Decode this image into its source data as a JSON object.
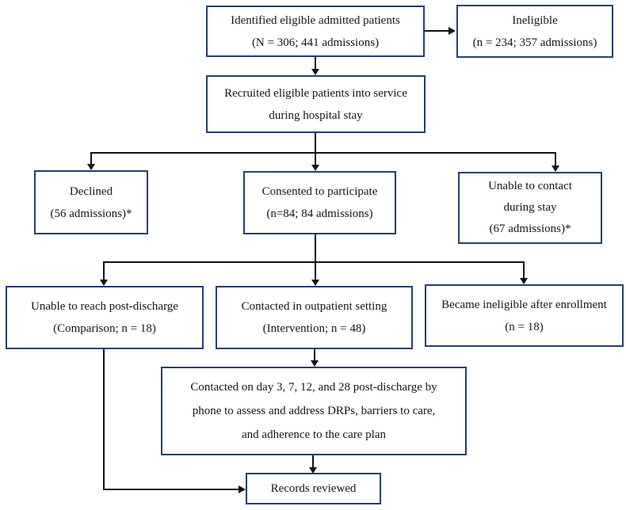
{
  "colors": {
    "box_border": "#24406e",
    "arrow": "#141414",
    "text": "#15151d",
    "background": "#ffffff"
  },
  "boxes": {
    "identified": {
      "lines": [
        "Identified eligible admitted patients",
        "(N = 306; 441 admissions)"
      ]
    },
    "ineligible": {
      "lines": [
        "Ineligible",
        "(n = 234; 357 admissions)"
      ]
    },
    "recruited": {
      "lines": [
        "Recruited eligible patients into service",
        "during hospital stay"
      ]
    },
    "declined": {
      "lines": [
        "Declined",
        "(56 admissions)*"
      ]
    },
    "consented": {
      "lines": [
        "Consented to participate",
        "(n=84; 84 admissions)"
      ]
    },
    "unable_contact": {
      "lines": [
        "Unable to contact",
        "during stay",
        "(67 admissions)*"
      ]
    },
    "unable_reach": {
      "lines": [
        "Unable to reach post-discharge",
        "(Comparison; n = 18)"
      ]
    },
    "outpatient": {
      "lines": [
        "Contacted in outpatient setting",
        "(Intervention; n = 48)"
      ]
    },
    "became_ineligible": {
      "lines": [
        "Became ineligible after enrollment",
        "(n = 18)"
      ]
    },
    "followup": {
      "lines": [
        "Contacted on day 3, 7, 12, and 28 post-discharge by",
        "phone to assess and address DRPs, barriers to care,",
        "and adherence to the care plan"
      ]
    },
    "records": {
      "lines": [
        "Records reviewed"
      ]
    }
  },
  "edges": [
    "identified -> ineligible",
    "identified -> recruited",
    "recruited -> declined",
    "recruited -> consented",
    "recruited -> unable_contact",
    "consented -> unable_reach",
    "consented -> outpatient",
    "consented -> became_ineligible",
    "outpatient -> followup",
    "followup -> records",
    "unable_reach -> records"
  ]
}
